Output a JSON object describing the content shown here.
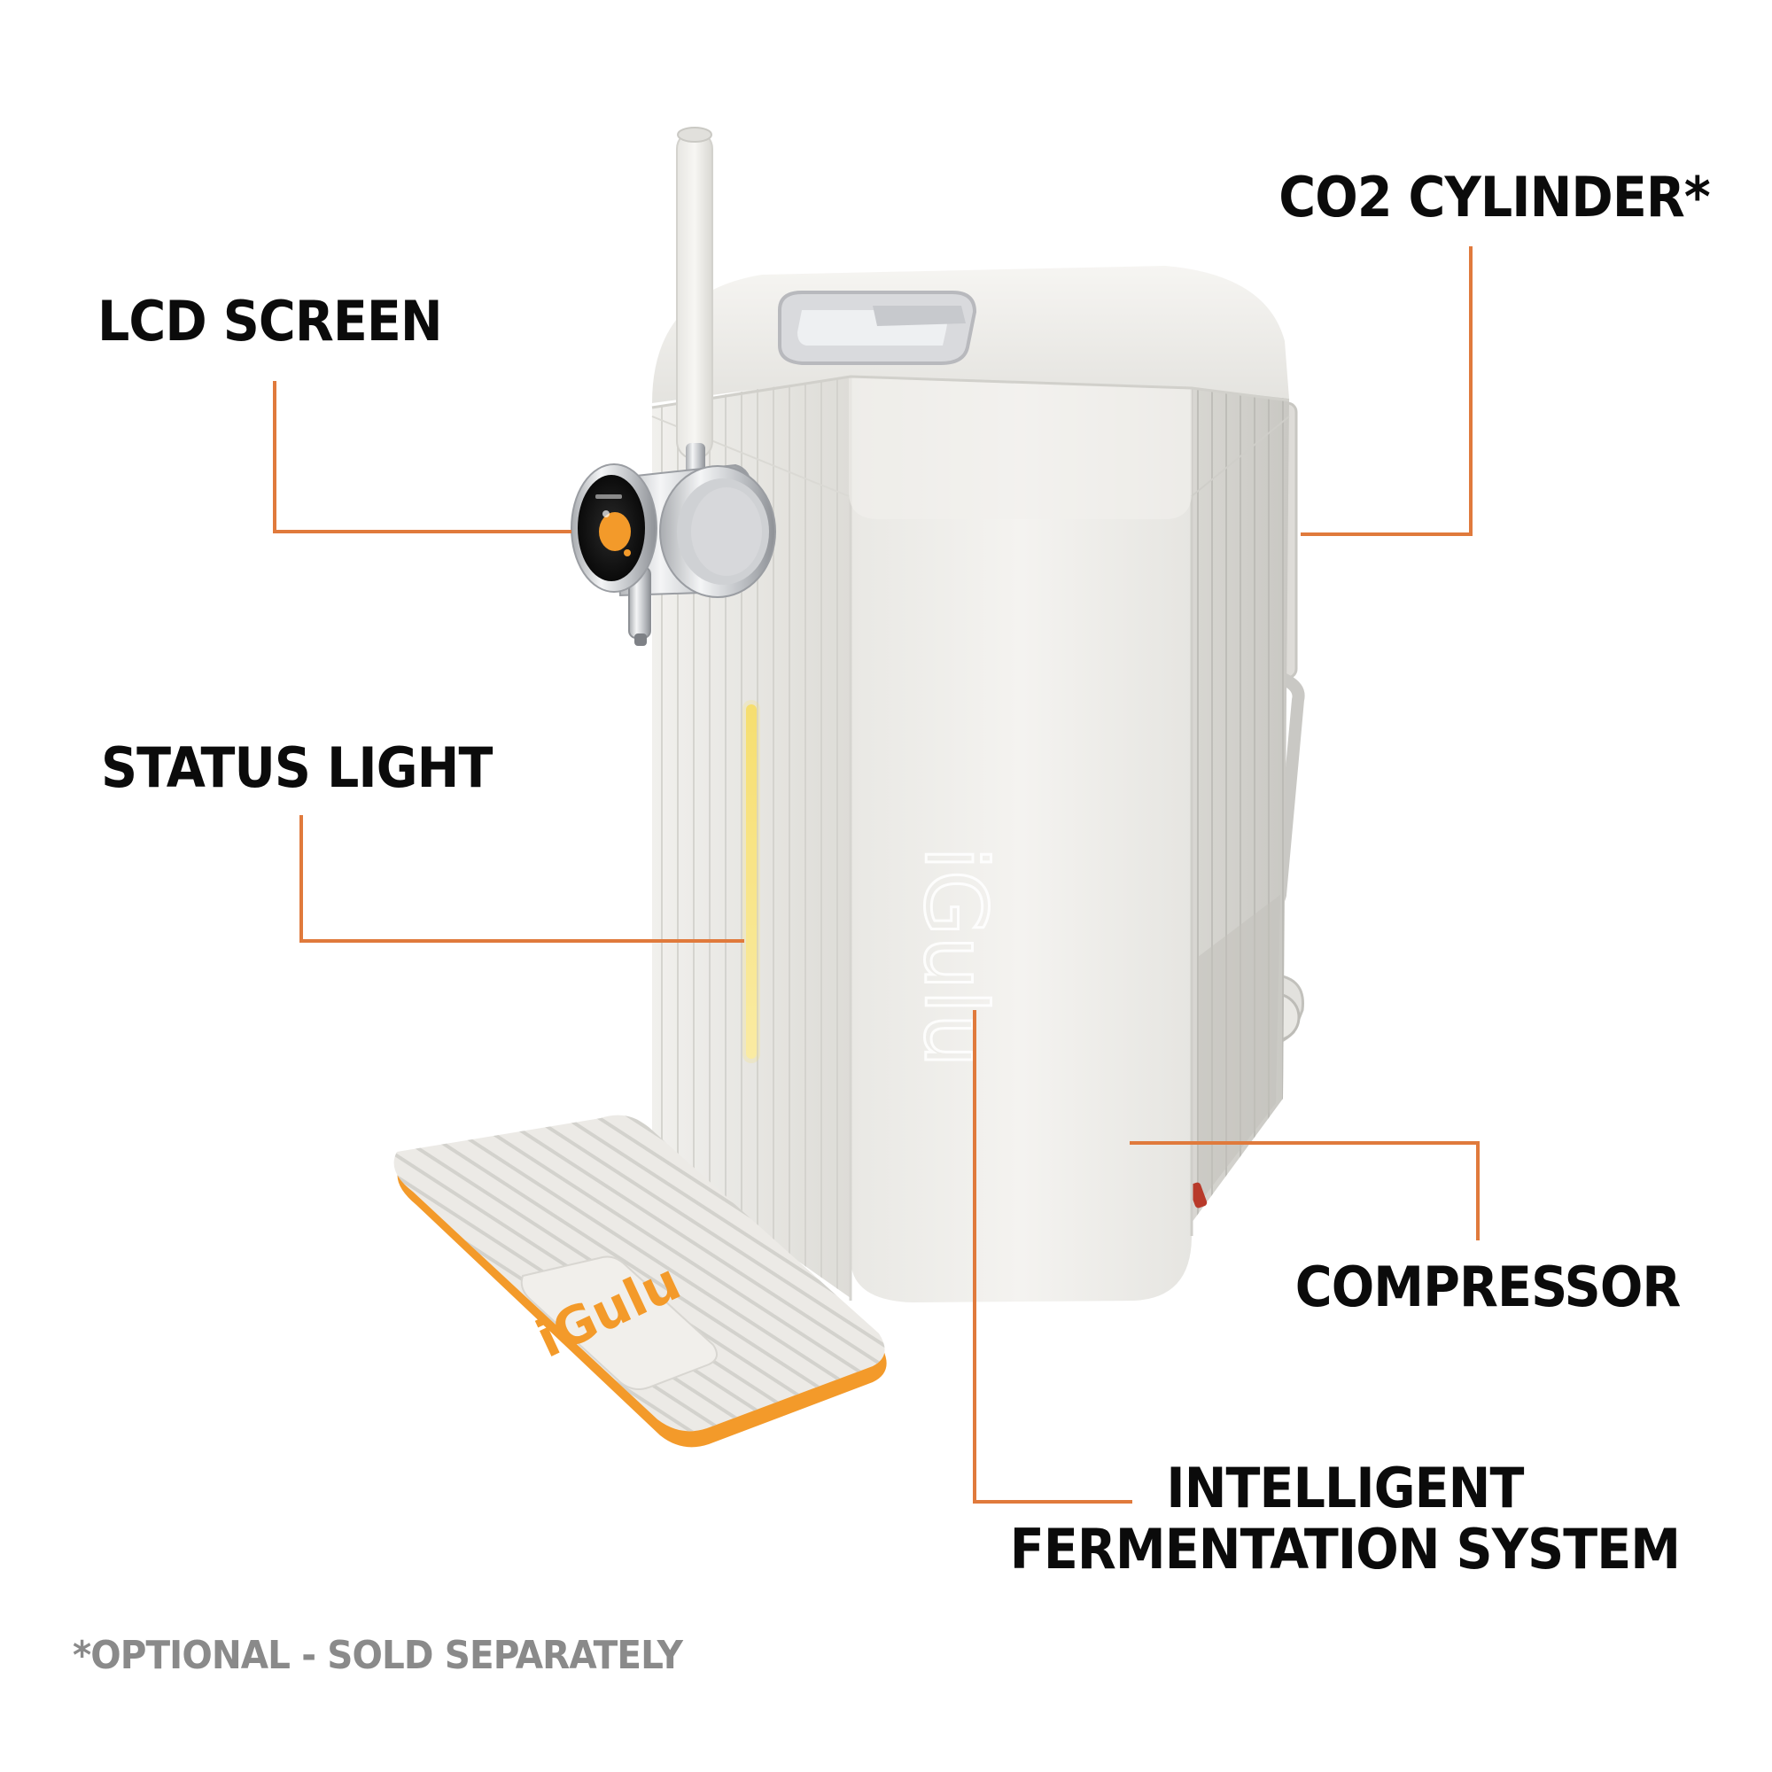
{
  "callouts": {
    "lcd_screen": "LCD SCREEN",
    "status_light": "STATUS LIGHT",
    "co2_cylinder": "CO2 CYLINDER*",
    "compressor": "COMPRESSOR",
    "fermentation_line1": "INTELLIGENT",
    "fermentation_line2": "FERMENTATION SYSTEM"
  },
  "footnote": "*OPTIONAL - SOLD SEPARATELY",
  "product": {
    "brand_logo_text": "iGulu"
  },
  "colors": {
    "leader_line": "#e07a3c",
    "accent_orange": "#f39a2a",
    "status_light": "#f8e27a",
    "body_white": "#ecebe7",
    "label_text": "#0b0b0b",
    "footnote_text": "#8a8a8a"
  }
}
